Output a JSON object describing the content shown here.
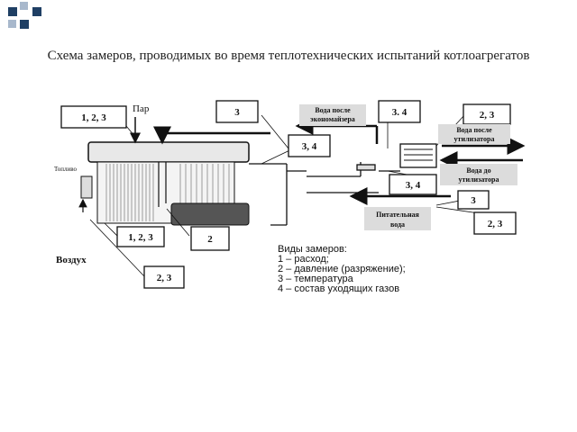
{
  "title": "Схема замеров, проводимых во время теплотехнических испытаний котлоагрегатов",
  "colors": {
    "square_dark": "#1f3f64",
    "square_light": "#a8b8cc",
    "line": "#111111"
  },
  "diagram": {
    "outer_labels": {
      "steam": "Пар",
      "fuel": "Топливо",
      "air": "Воздух"
    },
    "boxes": {
      "box_top_left": "1, 2, 3",
      "box_3_top": "3",
      "box_mid": "3, 4",
      "box_34_top": "3. 4",
      "box_23_top_right": "2, 3",
      "box_34_right": "3, 4",
      "box_3_right": "3",
      "box_23_right": "2, 3",
      "box_123_bottom": "1, 2, 3",
      "box_2_bottom": "2",
      "box_23_bottom": "2, 3"
    },
    "gray_labels": {
      "water_after_economizer_1": "Вода после",
      "water_after_economizer_2": "экономайзера",
      "water_after_util_1": "Вода после",
      "water_after_util_2": "утилизатора",
      "water_before_util_1": "Вода до",
      "water_before_util_2": "утилизатора",
      "feed_water_1": "Питательная",
      "feed_water_2": "вода"
    },
    "legend": [
      "Виды замеров:",
      "1 – расход;",
      "2 – давление (разряжение);",
      "3 – температура",
      "4 – состав уходящих газов"
    ]
  }
}
